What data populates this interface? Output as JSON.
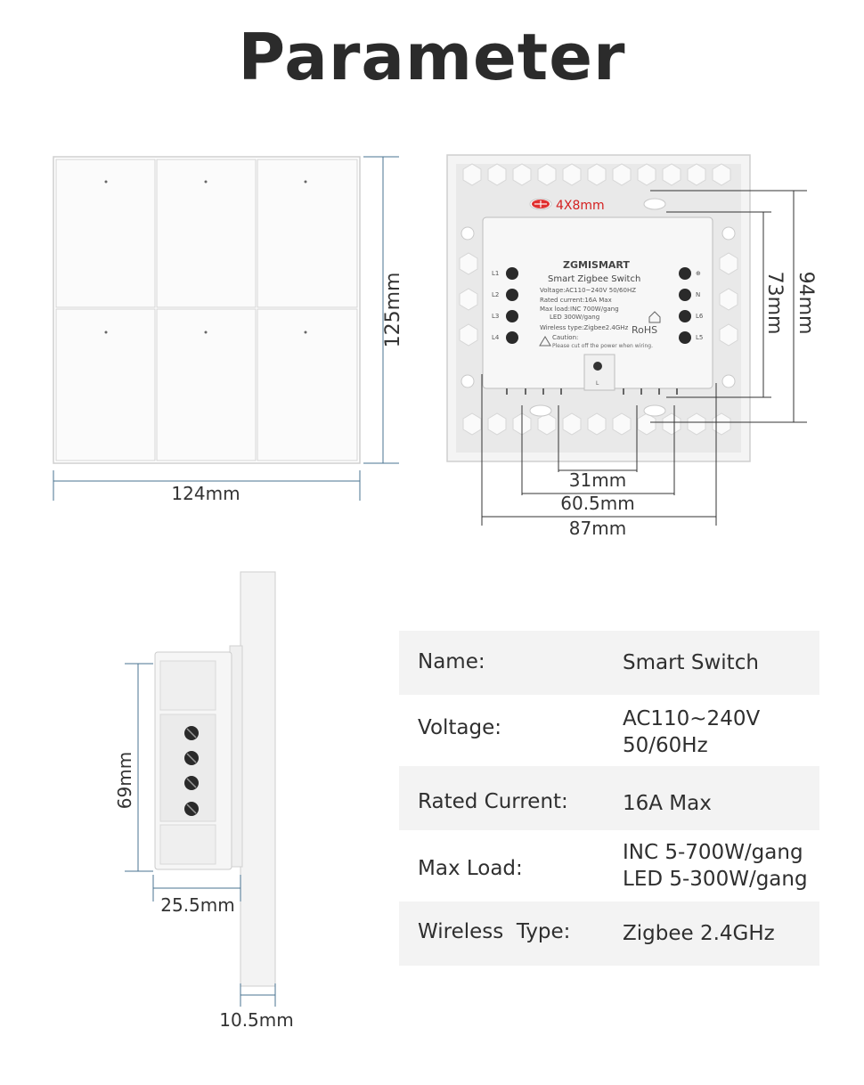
{
  "title": "Parameter",
  "front_view": {
    "width_dim": "124mm",
    "height_dim": "125mm"
  },
  "back_view": {
    "screw_label": "4X8mm",
    "brand": "ZGMISMART",
    "product": "Smart Zigbee Switch",
    "voltage_line": "Voltage:AC110~240V   50/60HZ",
    "current_line": "Rated current:16A Max",
    "load_line1": "Max load:INC 700W/gang",
    "load_line2": "LED 300W/gang",
    "rohs": "RoHS",
    "wireless_line": "Wireless type:Zigbee2.4GHz",
    "caution": "Caution:",
    "caution_text": "Please cut off the power when wiring.",
    "terminals_left": [
      "L1",
      "L2",
      "L3",
      "L4"
    ],
    "terminals_right": [
      "⊕",
      "N",
      "L6",
      "L5"
    ],
    "bottom_terminal": "L",
    "dims": {
      "d31": "31mm",
      "d605": "60.5mm",
      "d87": "87mm",
      "d73": "73mm",
      "d94": "94mm"
    }
  },
  "side_view": {
    "height_dim": "69mm",
    "depth_dim": "25.5mm",
    "plate_dim": "10.5mm"
  },
  "specs": [
    {
      "label": "Name:",
      "value": [
        "Smart Switch"
      ]
    },
    {
      "label": "Voltage:",
      "value": [
        "AC110~240V",
        "50/60Hz"
      ]
    },
    {
      "label": "Rated Current:",
      "value": [
        "16A Max"
      ]
    },
    {
      "label": "Max Load:",
      "value": [
        "INC 5-700W/gang",
        "LED 5-300W/gang"
      ]
    },
    {
      "label": "Wireless  Type:",
      "value": [
        "Zigbee 2.4GHz"
      ]
    }
  ],
  "colors": {
    "dimension_line": "#4a7390",
    "text": "#2b2b2b",
    "screw_label": "#d42020",
    "row_shade": "#f3f3f3"
  }
}
